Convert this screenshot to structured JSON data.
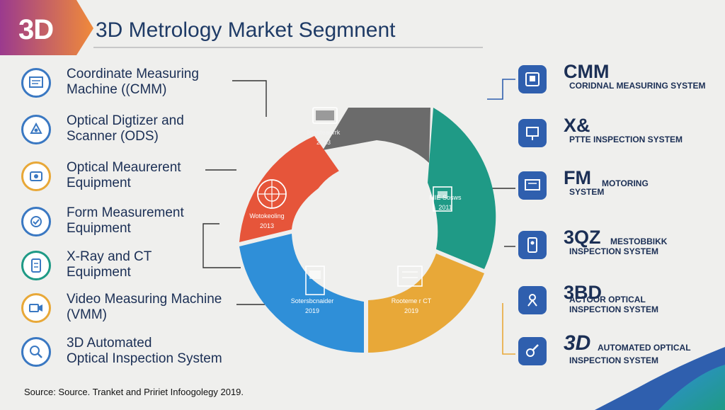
{
  "badge": "3D",
  "title": "3D Metrology Market Segmnent",
  "left_items": [
    {
      "label_1": "Coordinate Measuring",
      "label_2": "Machine ((CMM)"
    },
    {
      "label_1": "Optical Digtizer and",
      "label_2": "Scanner (ODS)"
    },
    {
      "label_1": "Optical Meaurerent",
      "label_2": "Equipment"
    },
    {
      "label_1": "Form Measurement",
      "label_2": "Equipment"
    },
    {
      "label_1": "X-Ray and CT",
      "label_2": "Equipment"
    },
    {
      "label_1": "Video Measuring Machine",
      "label_2": "(VMM)"
    },
    {
      "label_1": "3D Automated",
      "label_2": "Optical Inspection System"
    }
  ],
  "donut": {
    "segments": [
      {
        "label_1": "Ntesteaorrk",
        "label_2": "2013",
        "color": "#6b6b6b"
      },
      {
        "label_1": "MIE Sosws",
        "label_2": "2011",
        "color": "#1f9a86"
      },
      {
        "label_1": "Rooteme r CT",
        "label_2": "2019",
        "color": "#e8a838"
      },
      {
        "label_1": "Sotersbcnaider",
        "label_2": "2019",
        "color": "#2f8fd8"
      },
      {
        "label_1": "Wotokeoling",
        "label_2": "2013",
        "color": "#e6553a"
      }
    ]
  },
  "right_items": [
    {
      "head": "CMM",
      "sub_1": "CORIDNAL MEASURING SYSTEM",
      "sub_2": ""
    },
    {
      "head": "X&",
      "sub_1": "PTTE INSPECTION SYSTEM",
      "sub_2": ""
    },
    {
      "head": "FM",
      "sub_1": "MOTORING",
      "sub_2": "SYSTEM"
    },
    {
      "head": "3QZ",
      "sub_1": "MESTOBBIKK",
      "sub_2": "INSPECTION SYSTEM"
    },
    {
      "head": "3BD",
      "sub_1": "ACTOOR OPTICAL",
      "sub_2": "INSPECTION SYSTEM"
    },
    {
      "head": "3D",
      "sub_1": "AUTOMATED OPTICAL",
      "sub_2": "INSPECTION SYSTEM"
    }
  ],
  "source": "Source: Source. Tranket and Pririet Infoogolegy 2019.",
  "colors": {
    "navy": "#1b2f55",
    "accent_blue": "#2f5fae",
    "grey": "#6b6b6b",
    "teal": "#1f9a86",
    "amber": "#e8a838",
    "sky": "#2f8fd8",
    "red": "#e6553a",
    "badge_start": "#9b3a8e",
    "badge_end": "#f08a3a"
  }
}
